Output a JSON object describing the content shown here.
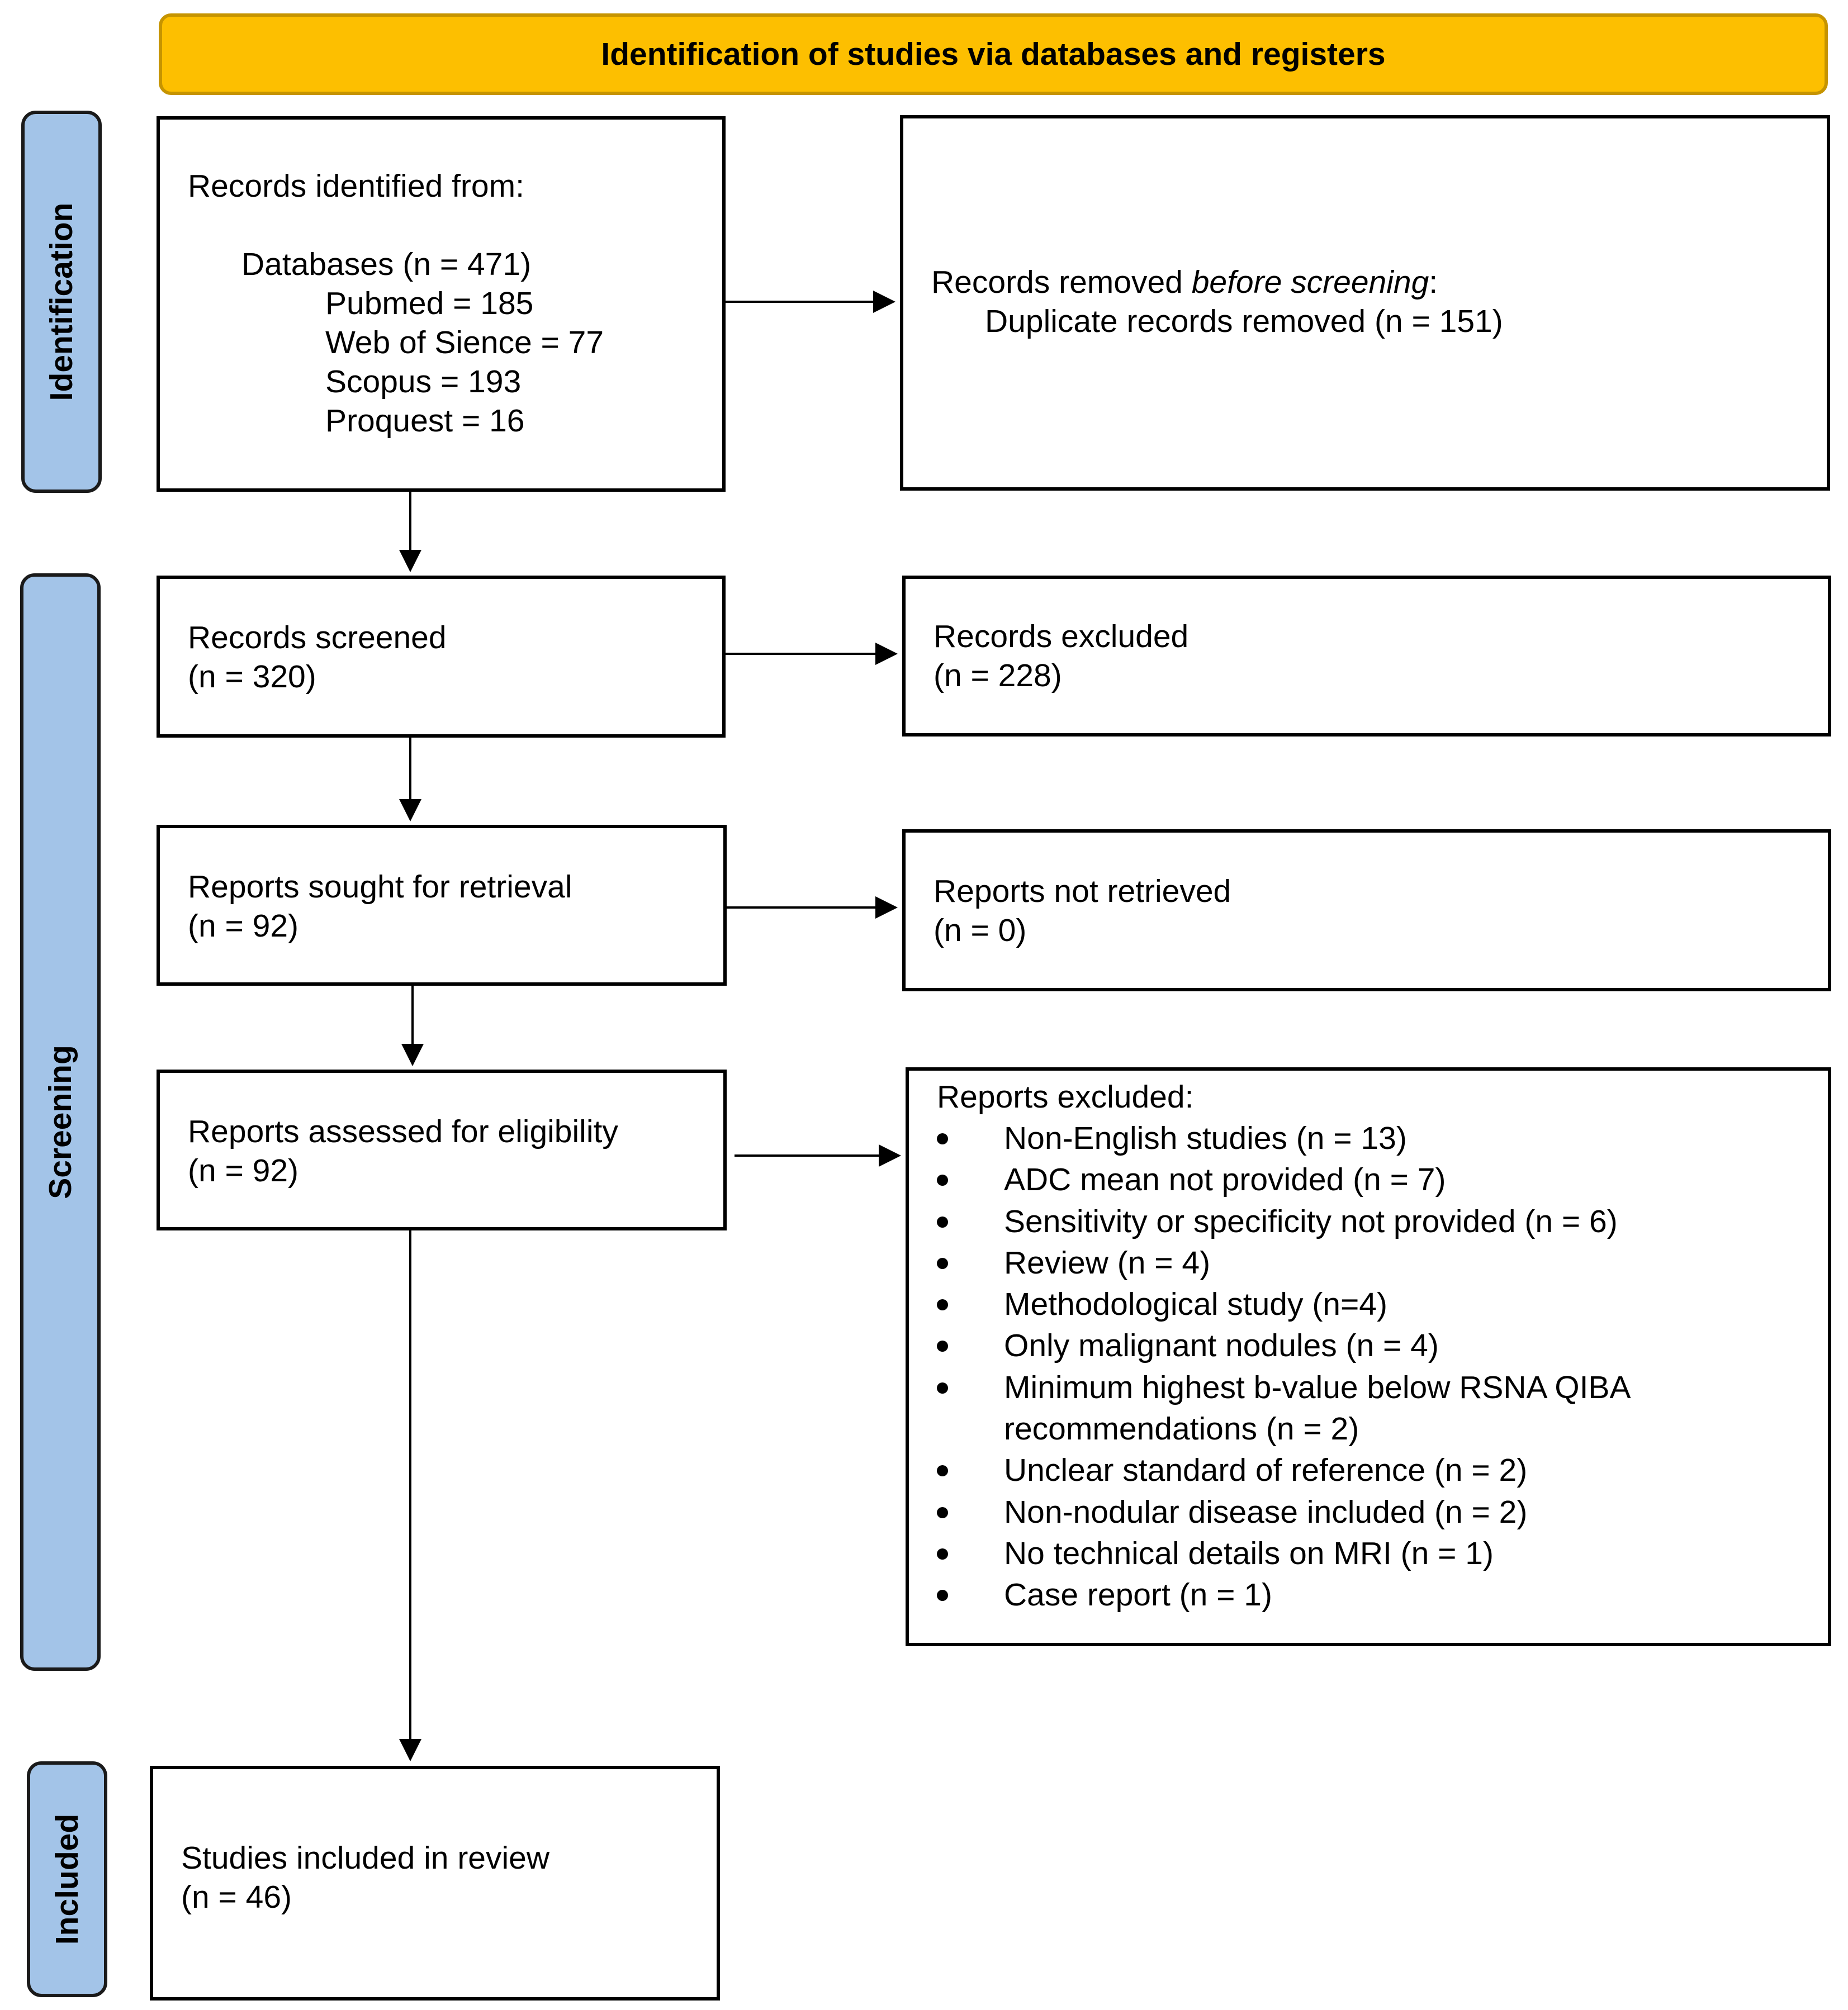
{
  "banner": {
    "title": "Identification of studies via databases and registers"
  },
  "phases": {
    "identification": "Identification",
    "screening": "Screening",
    "included": "Included"
  },
  "identified": {
    "heading": "Records identified from:",
    "databases": "Databases (n = 471)",
    "sources": [
      "Pubmed = 185",
      "Web of Sience = 77",
      "Scopus = 193",
      "Proquest = 16"
    ]
  },
  "removed": {
    "line1_prefix": "Records removed ",
    "line1_emph": "before screening",
    "line1_suffix": ":",
    "line2": "Duplicate records removed (n = 151)"
  },
  "screened": {
    "label": "Records screened",
    "count": "(n = 320)"
  },
  "excluded_records": {
    "label": "Records excluded",
    "count": "(n = 228)"
  },
  "sought": {
    "label": "Reports sought for retrieval",
    "count": "(n = 92)"
  },
  "not_retrieved": {
    "label": "Reports not retrieved",
    "count": "(n = 0)"
  },
  "assessed": {
    "label": "Reports assessed for eligibility",
    "count": "(n = 92)"
  },
  "reports_excluded": {
    "heading": "Reports excluded:",
    "reasons": [
      "Non-English studies (n = 13)",
      "ADC mean not provided (n = 7)",
      "Sensitivity or specificity not provided (n = 6)",
      "Review (n = 4)",
      "Methodological study (n=4)",
      "Only malignant nodules (n = 4)",
      "Minimum highest b-value below RSNA QIBA",
      "recommendations (n = 2)",
      "Unclear standard of reference (n = 2)",
      "Non-nodular disease included (n = 2)",
      "No technical details on MRI (n = 1)",
      "Case report (n = 1)"
    ],
    "bulleted": [
      true,
      true,
      true,
      true,
      true,
      true,
      true,
      false,
      true,
      true,
      true,
      true
    ]
  },
  "included": {
    "label": "Studies included in review",
    "count": "(n = 46)"
  }
}
